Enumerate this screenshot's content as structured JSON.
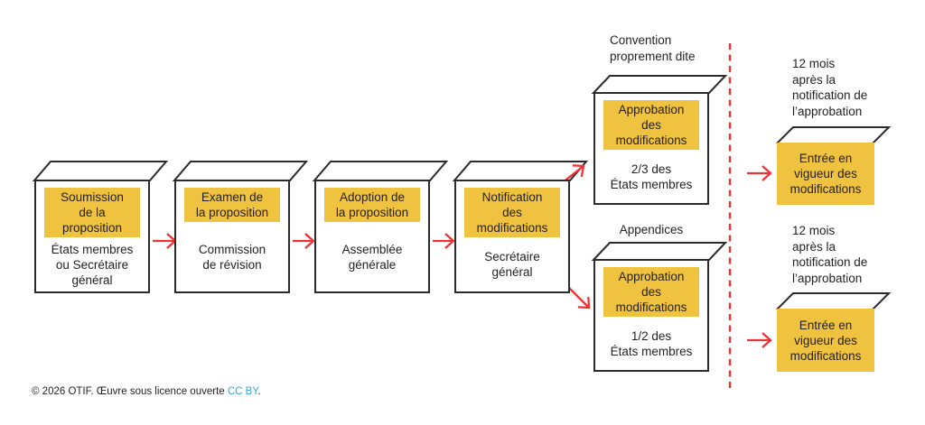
{
  "palette": {
    "yellow": "#EFC240",
    "red": "#ED3338",
    "border": "#2B2B2B",
    "ink": "#231F20",
    "link": "#29ABE2"
  },
  "flow": {
    "steps": [
      {
        "label": "Soumission\nde la\nproposition",
        "actor": "États membres\nou Secrétaire\ngénéral"
      },
      {
        "label": "Examen de\nla proposition",
        "actor": "Commission\nde révision"
      },
      {
        "label": "Adoption de\nla proposition",
        "actor": "Assemblée\ngénérale"
      },
      {
        "label": "Notification\ndes\nmodifications",
        "actor": "Secrétaire\ngénéral"
      }
    ],
    "branches": [
      {
        "heading": "Convention\nproprement dite",
        "label": "Approbation\ndes\nmodifications",
        "actor": "2/3 des\nÉtats membres",
        "delay": "12 mois\naprès la\nnotification de\nl’approbation",
        "outcome": "Entrée en\nvigueur des\nmodifications"
      },
      {
        "heading": "Appendices",
        "label": "Approbation\ndes\nmodifications",
        "actor": "1/2 des\nÉtats membres",
        "delay": "12 mois\naprès la\nnotification de\nl’approbation",
        "outcome": "Entrée en\nvigueur des\nmodifications"
      }
    ]
  },
  "footer": {
    "text_before": "© 2026 OTIF. Œuvre sous licence ouverte ",
    "link_label": "CC BY",
    "suffix": "."
  }
}
